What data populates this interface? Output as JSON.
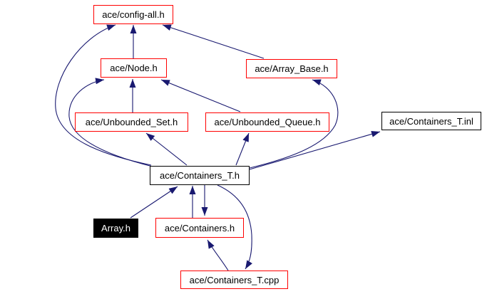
{
  "diagram": {
    "kind": "include-dependency-graph",
    "colors": {
      "edge": "#191970",
      "red_node_border": "#ff0000",
      "black_node_border": "#000000",
      "node_background": "#ffffff",
      "node_text": "#000000",
      "filled_node_background": "#000000",
      "filled_node_text": "#ffffff",
      "page_background": "#ffffff"
    },
    "nodes": [
      {
        "id": "config-all",
        "label": "ace/config-all.h",
        "style": "red"
      },
      {
        "id": "node-h",
        "label": "ace/Node.h",
        "style": "red"
      },
      {
        "id": "array-base",
        "label": "ace/Array_Base.h",
        "style": "red"
      },
      {
        "id": "unbounded-set",
        "label": "ace/Unbounded_Set.h",
        "style": "red"
      },
      {
        "id": "unbounded-queue",
        "label": "ace/Unbounded_Queue.h",
        "style": "red"
      },
      {
        "id": "containers-t-inl",
        "label": "ace/Containers_T.inl",
        "style": "black"
      },
      {
        "id": "containers-t-h",
        "label": "ace/Containers_T.h",
        "style": "black"
      },
      {
        "id": "array-h",
        "label": "Array.h",
        "style": "filled"
      },
      {
        "id": "containers-h",
        "label": "ace/Containers.h",
        "style": "red"
      },
      {
        "id": "containers-t-cpp",
        "label": "ace/Containers_T.cpp",
        "style": "red"
      }
    ],
    "edges": [
      {
        "from": "ace/Node.h",
        "to": "ace/config-all.h"
      },
      {
        "from": "ace/Array_Base.h",
        "to": "ace/config-all.h"
      },
      {
        "from": "ace/Unbounded_Set.h",
        "to": "ace/Node.h"
      },
      {
        "from": "ace/Unbounded_Queue.h",
        "to": "ace/Node.h"
      },
      {
        "from": "ace/Containers_T.h",
        "to": "ace/config-all.h"
      },
      {
        "from": "ace/Containers_T.h",
        "to": "ace/Node.h"
      },
      {
        "from": "ace/Containers_T.h",
        "to": "ace/Unbounded_Set.h"
      },
      {
        "from": "ace/Containers_T.h",
        "to": "ace/Unbounded_Queue.h"
      },
      {
        "from": "ace/Containers_T.h",
        "to": "ace/Array_Base.h"
      },
      {
        "from": "ace/Containers_T.h",
        "to": "ace/Containers_T.inl"
      },
      {
        "from": "Array.h",
        "to": "ace/Containers_T.h"
      },
      {
        "from": "ace/Containers.h",
        "to": "ace/Containers_T.h"
      },
      {
        "from": "ace/Containers_T.h",
        "to": "ace/Containers.h"
      },
      {
        "from": "ace/Containers_T.h",
        "to": "ace/Containers_T.cpp"
      },
      {
        "from": "ace/Containers_T.cpp",
        "to": "ace/Containers.h"
      }
    ]
  }
}
